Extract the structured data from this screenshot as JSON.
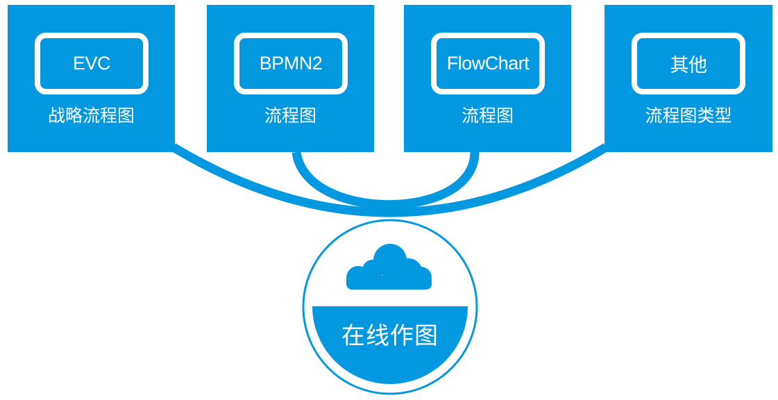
{
  "theme": {
    "accent": "#0398E0",
    "background": "#FFFFFF",
    "text_on_accent": "#FFFFFF"
  },
  "cards": [
    {
      "type_label": "EVC",
      "caption": "战略流程图"
    },
    {
      "type_label": "BPMN2",
      "caption": "流程图"
    },
    {
      "type_label": "FlowChart",
      "caption": "流程图"
    },
    {
      "type_label": "其他",
      "caption": "流程图类型"
    }
  ],
  "hub": {
    "icon": "cloud-icon",
    "label": "在线作图"
  }
}
